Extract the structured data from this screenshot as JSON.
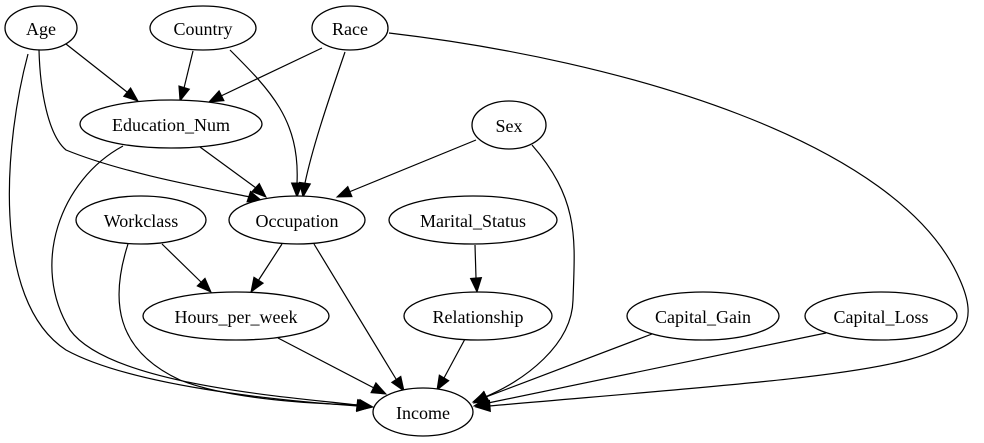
{
  "nodes": [
    {
      "id": "age",
      "label": "Age"
    },
    {
      "id": "country",
      "label": "Country"
    },
    {
      "id": "race",
      "label": "Race"
    },
    {
      "id": "education_num",
      "label": "Education_Num"
    },
    {
      "id": "sex",
      "label": "Sex"
    },
    {
      "id": "workclass",
      "label": "Workclass"
    },
    {
      "id": "occupation",
      "label": "Occupation"
    },
    {
      "id": "marital_status",
      "label": "Marital_Status"
    },
    {
      "id": "hours_per_week",
      "label": "Hours_per_week"
    },
    {
      "id": "relationship",
      "label": "Relationship"
    },
    {
      "id": "capital_gain",
      "label": "Capital_Gain"
    },
    {
      "id": "capital_loss",
      "label": "Capital_Loss"
    },
    {
      "id": "income",
      "label": "Income"
    }
  ],
  "edges": [
    {
      "from": "age",
      "to": "education_num"
    },
    {
      "from": "age",
      "to": "occupation"
    },
    {
      "from": "age",
      "to": "income"
    },
    {
      "from": "country",
      "to": "education_num"
    },
    {
      "from": "country",
      "to": "occupation"
    },
    {
      "from": "race",
      "to": "education_num"
    },
    {
      "from": "race",
      "to": "occupation"
    },
    {
      "from": "race",
      "to": "income"
    },
    {
      "from": "education_num",
      "to": "occupation"
    },
    {
      "from": "education_num",
      "to": "income"
    },
    {
      "from": "sex",
      "to": "occupation"
    },
    {
      "from": "sex",
      "to": "income"
    },
    {
      "from": "workclass",
      "to": "hours_per_week"
    },
    {
      "from": "workclass",
      "to": "income"
    },
    {
      "from": "occupation",
      "to": "hours_per_week"
    },
    {
      "from": "occupation",
      "to": "income"
    },
    {
      "from": "marital_status",
      "to": "relationship"
    },
    {
      "from": "hours_per_week",
      "to": "income"
    },
    {
      "from": "relationship",
      "to": "income"
    },
    {
      "from": "capital_gain",
      "to": "income"
    },
    {
      "from": "capital_loss",
      "to": "income"
    }
  ]
}
